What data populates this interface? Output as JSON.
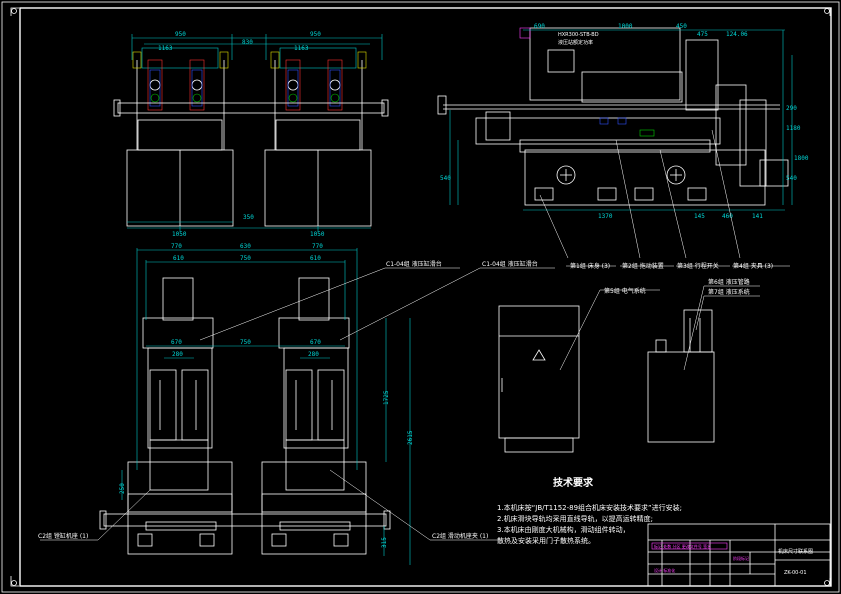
{
  "drawing": {
    "front_view_dims": {
      "top_left": [
        "950",
        "830",
        "950"
      ],
      "top_sub": [
        "1163",
        "1163"
      ],
      "bottom_left": [
        "1050",
        "350",
        "1050"
      ]
    },
    "side_view_dims": {
      "top": [
        "690",
        "1000",
        "450",
        "475",
        "124.06"
      ],
      "right": [
        "290",
        "1180",
        "1800",
        "540"
      ],
      "left": [
        "540"
      ],
      "bottom": [
        "1370",
        "145",
        "460",
        "141"
      ]
    },
    "plan_view_dims": {
      "top": [
        "770",
        "630",
        "770"
      ],
      "second": [
        "610",
        "750",
        "610"
      ],
      "mid": [
        "670",
        "750",
        "670"
      ],
      "inner": [
        "280",
        "280"
      ],
      "right": [
        "1725",
        "2615",
        "315"
      ],
      "left": [
        "250"
      ]
    },
    "callouts": {
      "side": [
        "第1组 床身 (3)",
        "第2组 拖动装置",
        "第3组 行程开关",
        "第4组 夹具 (3)"
      ],
      "plan_top_left": "C1-04组 液压缸滑台",
      "plan_top_right": "C1-04组 液压缸滑台",
      "plan_bottom_left": "C2组 镗缸机座 (1)",
      "plan_bottom_right": "C2组 滑动机座夹 (1)",
      "electric": "第5组 电气系统",
      "hydraulic_a": "第6组 液压管路",
      "hydraulic_b": "第7组 液压系统"
    },
    "notes": {
      "title": "技术要求",
      "items": [
        "1.本机床按“JB/T1152-89组合机床安装技术要求”进行安装;",
        "2.机床滑块导轨均采用直线导轨，以提高运转精度;",
        "3.本机床由刚度大机械构，滑动组件转动，",
        "  散热及安装采用门子散热系统。"
      ]
    },
    "title_block": {
      "name": "机床尺寸联系图",
      "code": "ZK-00-01"
    }
  }
}
